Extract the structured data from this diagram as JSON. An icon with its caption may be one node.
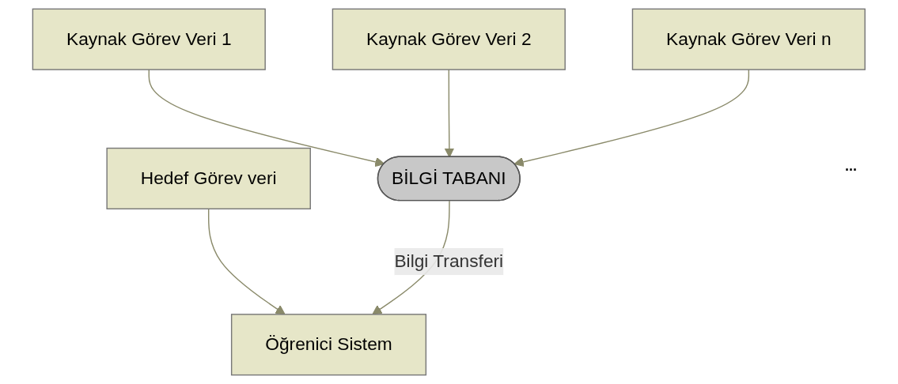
{
  "diagram": {
    "nodes": [
      {
        "text": [
          "Kaynak Görev Veri 1"
        ]
      },
      {
        "text": [
          "Kaynak Görev Veri 2"
        ]
      },
      {
        "text": [
          "Kaynak Görev Veri n"
        ]
      },
      {
        "text": [
          "Hedef Görev veri"
        ]
      },
      {
        "text": [
          "BİLGİ TABANI"
        ]
      },
      {
        "text": [
          "Öğrenici Sistem"
        ]
      }
    ],
    "edges": [
      {
        "from": 0,
        "to": 4,
        "arrow": "to"
      },
      {
        "from": 1,
        "to": 4,
        "arrow": "to"
      },
      {
        "from": 2,
        "to": 4,
        "arrow": "to"
      },
      {
        "from": 3,
        "to": 5,
        "arrow": "to"
      },
      {
        "from": 4,
        "to": 5,
        "arrow": "to",
        "label": "Bilgi Transferi"
      }
    ],
    "labels": [
      "..."
    ]
  }
}
